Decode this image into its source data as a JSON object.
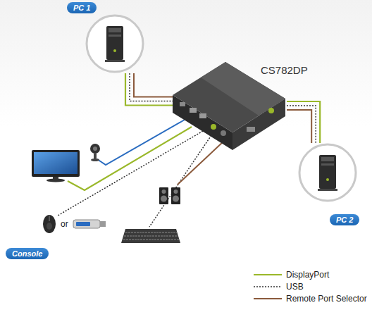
{
  "diagram": {
    "nodes": [
      {
        "text": [
          "PC 1"
        ]
      },
      {
        "text": [
          "CS782DP"
        ]
      },
      {
        "text": [
          "PC 2"
        ]
      },
      {
        "text": [
          "Console"
        ]
      }
    ],
    "edges": [
      {
        "from": 0,
        "to": 1,
        "arrow": "none"
      },
      {
        "from": 1,
        "to": 2,
        "arrow": "none"
      }
    ],
    "labels": [
      "or"
    ],
    "legend": [
      {
        "text": "DisplayPort"
      },
      {
        "text": "USB"
      },
      {
        "text": "Remote Port Selector"
      }
    ]
  }
}
